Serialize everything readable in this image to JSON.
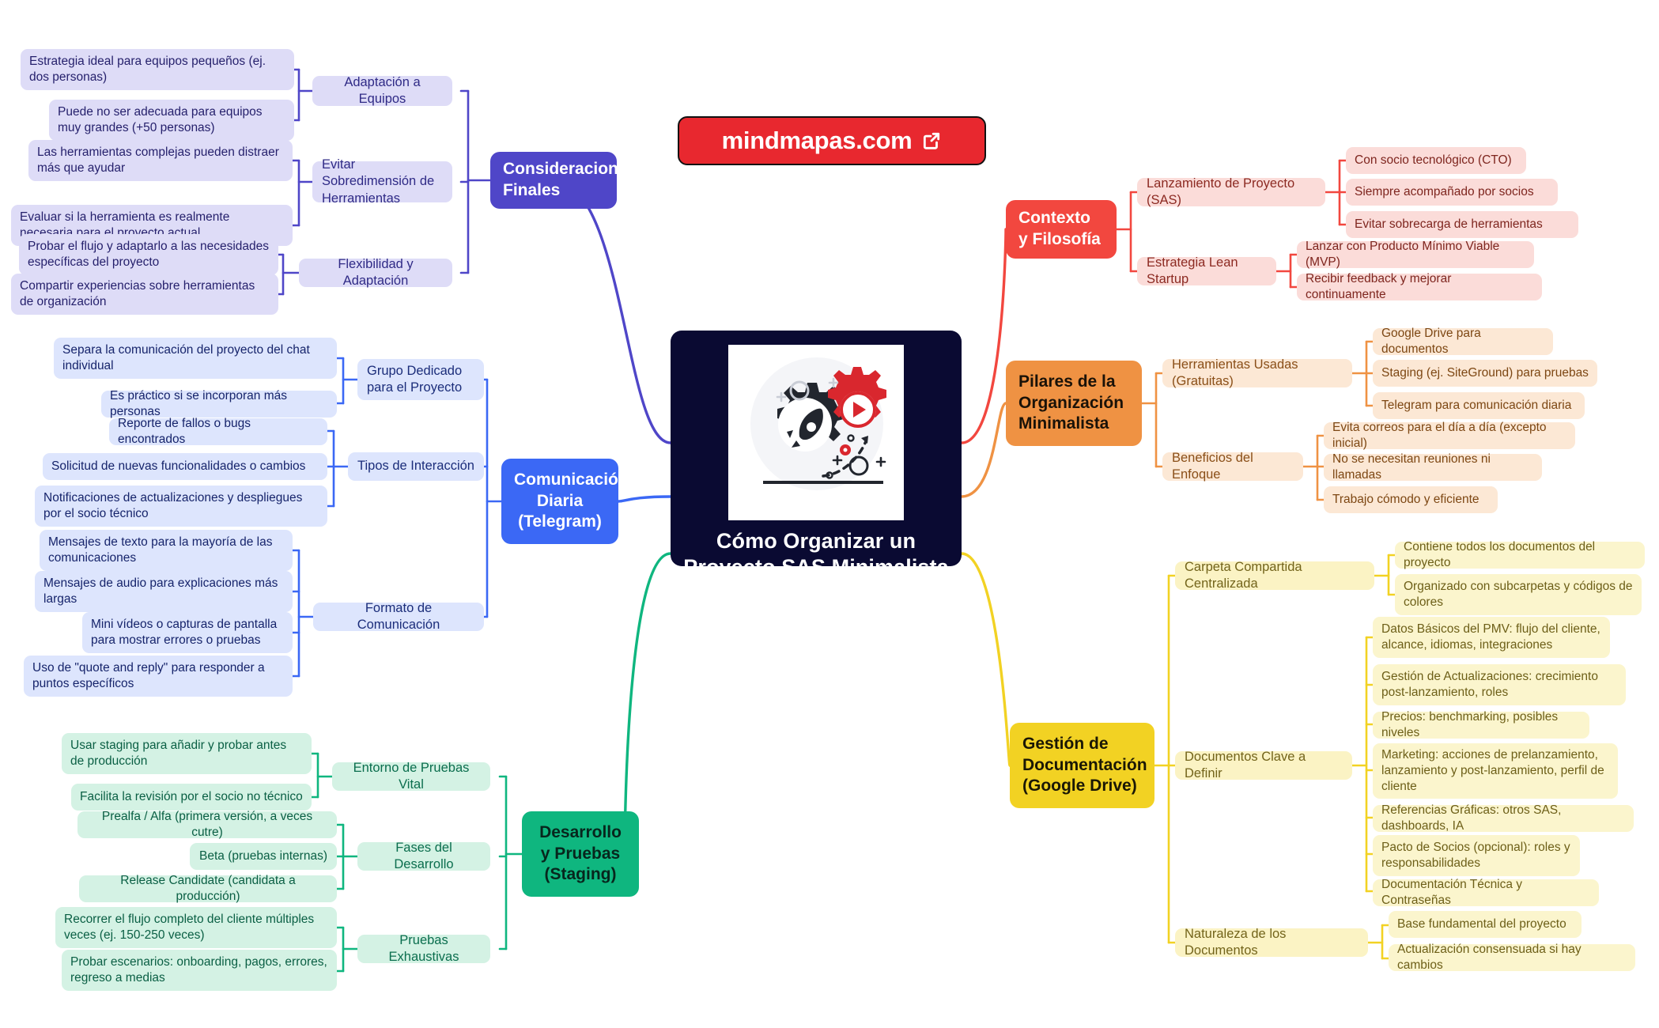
{
  "brand": {
    "label": "mindmapas.com",
    "icon": "external-link-icon"
  },
  "root": {
    "title": "Cómo Organizar un Proyecto SAS Minimalista con Socios",
    "image_alt": "gears-rocket-illustration"
  },
  "colors": {
    "root_bg": "#0a0a32",
    "brand_bg": "#e8282f",
    "purple": "#4f46c8",
    "blue": "#3b68f5",
    "green": "#0fb67f",
    "red": "#f2473f",
    "orange": "#ef9243",
    "yellow": "#f2d223"
  },
  "branches": [
    {
      "id": "consideraciones-finales",
      "label": "Consideraciones Finales",
      "color": "#4f46c8",
      "side": "left",
      "children": [
        {
          "label": "Adaptación a Equipos",
          "leaves": [
            "Estrategia ideal para equipos pequeños (ej. dos personas)",
            "Puede no ser adecuada para equipos muy grandes (+50 personas)"
          ]
        },
        {
          "label": "Evitar Sobredimensión de Herramientas",
          "leaves": [
            "Las herramientas complejas pueden distraer más que ayudar",
            "Evaluar si la herramienta es realmente necesaria para el proyecto actual"
          ]
        },
        {
          "label": "Flexibilidad y Adaptación",
          "leaves": [
            "Probar el flujo y adaptarlo a las necesidades específicas del proyecto",
            "Compartir experiencias sobre herramientas de organización"
          ]
        }
      ]
    },
    {
      "id": "comunicacion-diaria",
      "label": "Comunicación Diaria (Telegram)",
      "color": "#3b68f5",
      "side": "left",
      "children": [
        {
          "label": "Grupo Dedicado para el Proyecto",
          "leaves": [
            "Separa la comunicación del proyecto del chat individual",
            "Es práctico si se incorporan más personas"
          ]
        },
        {
          "label": "Tipos de Interacción",
          "leaves": [
            "Reporte de fallos o bugs encontrados",
            "Solicitud de nuevas funcionalidades o cambios",
            "Notificaciones de actualizaciones y despliegues por el socio técnico"
          ]
        },
        {
          "label": "Formato de Comunicación",
          "leaves": [
            "Mensajes de texto para la mayoría de las comunicaciones",
            "Mensajes de audio para explicaciones más largas",
            "Mini vídeos o capturas de pantalla para mostrar errores o pruebas",
            "Uso de \"quote and reply\" para responder a puntos específicos"
          ]
        }
      ]
    },
    {
      "id": "desarrollo-pruebas",
      "label": "Desarrollo y Pruebas (Staging)",
      "color": "#0fb67f",
      "side": "left",
      "children": [
        {
          "label": "Entorno de Pruebas Vital",
          "leaves": [
            "Usar staging para añadir y probar antes de producción",
            "Facilita la revisión por el socio no técnico"
          ]
        },
        {
          "label": "Fases del Desarrollo",
          "leaves": [
            "Prealfa / Alfa (primera versión, a veces cutre)",
            "Beta (pruebas internas)",
            "Release Candidate (candidata a producción)"
          ]
        },
        {
          "label": "Pruebas Exhaustivas",
          "leaves": [
            "Recorrer el flujo completo del cliente múltiples veces (ej. 150-250 veces)",
            "Probar escenarios: onboarding, pagos, errores, regreso a medias"
          ]
        }
      ]
    },
    {
      "id": "contexto-filosofia",
      "label": "Contexto y Filosofía",
      "color": "#f2473f",
      "side": "right",
      "children": [
        {
          "label": "Lanzamiento de Proyecto (SAS)",
          "leaves": [
            "Con socio tecnológico (CTO)",
            "Siempre acompañado por socios",
            "Evitar sobrecarga de herramientas"
          ]
        },
        {
          "label": "Estrategia Lean Startup",
          "leaves": [
            "Lanzar con Producto Mínimo Viable (MVP)",
            "Recibir feedback y mejorar continuamente"
          ]
        }
      ]
    },
    {
      "id": "pilares-organizacion",
      "label": "Pilares de la Organización Minimalista",
      "color": "#ef9243",
      "side": "right",
      "children": [
        {
          "label": "Herramientas Usadas (Gratuitas)",
          "leaves": [
            "Google Drive para documentos",
            "Staging (ej. SiteGround) para pruebas",
            "Telegram para comunicación diaria"
          ]
        },
        {
          "label": "Beneficios del Enfoque",
          "leaves": [
            "Evita correos para el día a día (excepto inicial)",
            "No se necesitan reuniones ni llamadas",
            "Trabajo cómodo y eficiente"
          ]
        }
      ]
    },
    {
      "id": "gestion-documentacion",
      "label": "Gestión de Documentación (Google Drive)",
      "color": "#f2d223",
      "side": "right",
      "children": [
        {
          "label": "Carpeta Compartida Centralizada",
          "leaves": [
            "Contiene todos los documentos del proyecto",
            "Organizado con subcarpetas y códigos de colores"
          ]
        },
        {
          "label": "Documentos Clave a Definir",
          "leaves": [
            "Datos Básicos del PMV: flujo del cliente, alcance, idiomas, integraciones",
            "Gestión de Actualizaciones: crecimiento post-lanzamiento, roles",
            "Precios: benchmarking, posibles niveles",
            "Marketing: acciones de prelanzamiento, lanzamiento y post-lanzamiento, perfil de cliente",
            "Referencias Gráficas: otros SAS, dashboards, IA",
            "Pacto de Socios (opcional): roles y responsabilidades",
            "Documentación Técnica y Contraseñas"
          ]
        },
        {
          "label": "Naturaleza de los Documentos",
          "leaves": [
            "Base fundamental del proyecto",
            "Actualización consensuada si hay cambios"
          ]
        }
      ]
    }
  ]
}
